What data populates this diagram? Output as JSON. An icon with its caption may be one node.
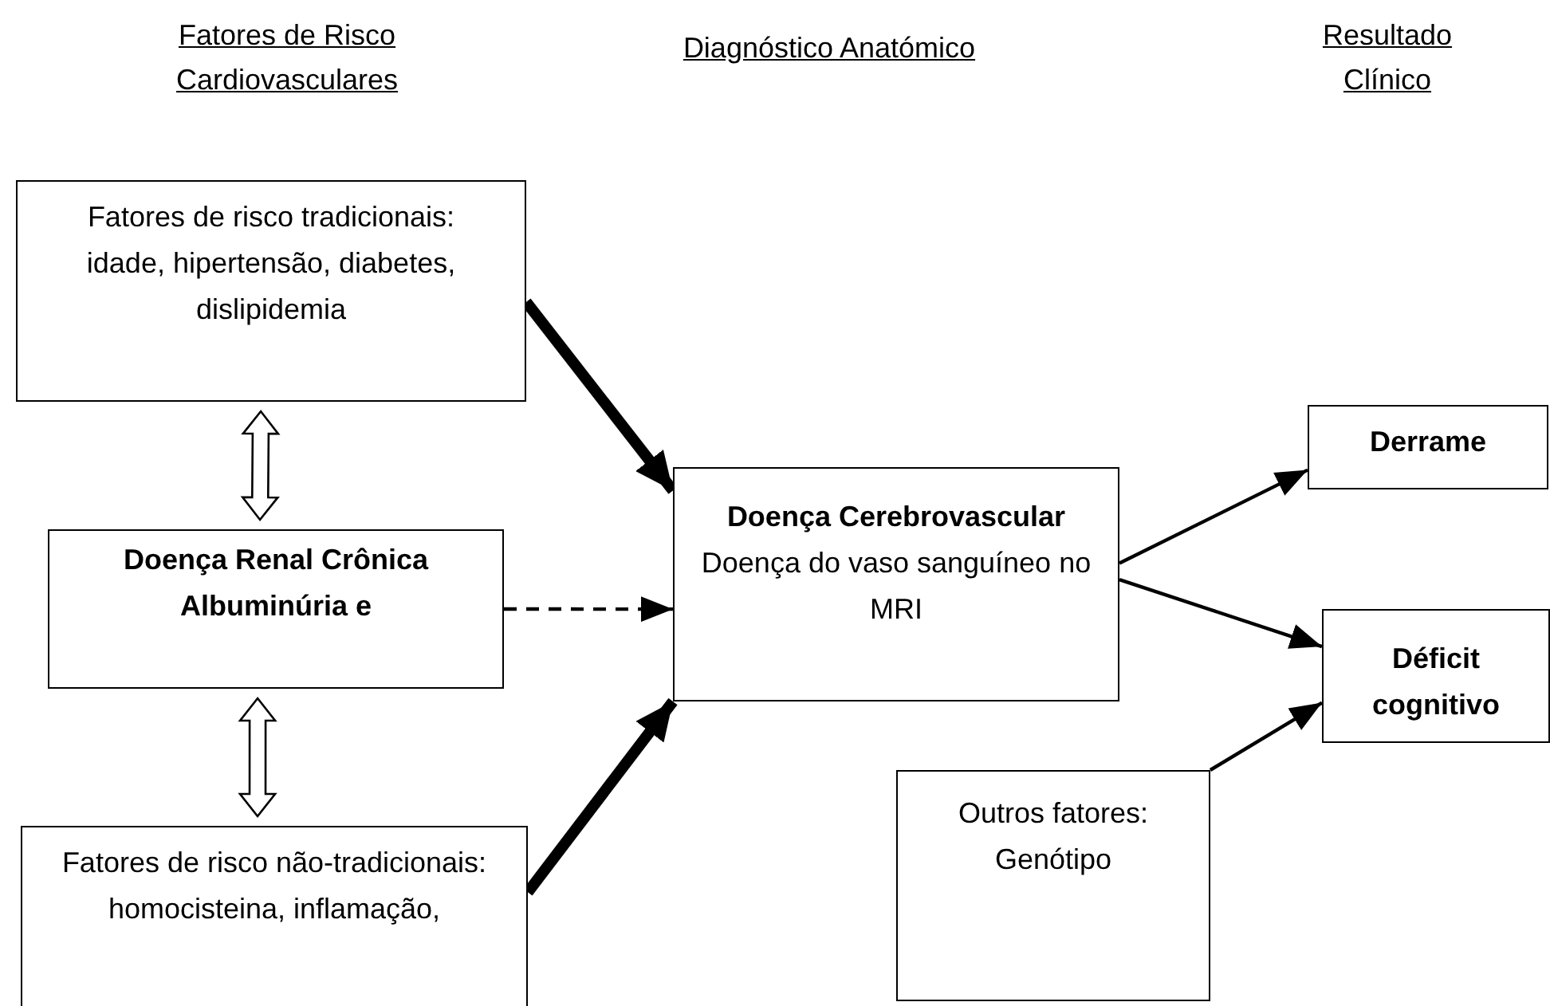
{
  "diagram": {
    "nodes": [
      {
        "text": [
          "Fatores de risco tradicionais: idade, hipertensão, diabetes, dislipidemia"
        ]
      },
      {
        "text": [
          "Doença Renal Crônica Albuminúria e"
        ]
      },
      {
        "text": [
          "Fatores de risco não-tradicionais: homocisteina, inflamação,"
        ]
      },
      {
        "text": [
          "Doença Cerebrovascular",
          "Doença do vaso sanguíneo no MRI"
        ]
      },
      {
        "text": [
          "Derrame"
        ]
      },
      {
        "text": [
          "Déficit cognitivo"
        ]
      },
      {
        "text": [
          "Outros fatores: Genótipo"
        ]
      }
    ],
    "edges": [
      {
        "from": 0,
        "to": 3,
        "arrow": "to",
        "style": "thick"
      },
      {
        "from": 0,
        "to": 1,
        "arrow": "both"
      },
      {
        "from": 1,
        "to": 3,
        "arrow": "to",
        "style": "dashed"
      },
      {
        "from": 1,
        "to": 2,
        "arrow": "both"
      },
      {
        "from": 2,
        "to": 3,
        "arrow": "to",
        "style": "thick"
      },
      {
        "from": 3,
        "to": 4,
        "arrow": "to"
      },
      {
        "from": 3,
        "to": 5,
        "arrow": "to"
      },
      {
        "from": 6,
        "to": 5,
        "arrow": "to"
      }
    ],
    "labels": [
      "Fatores de Risco Cardiovasculares",
      "Diagnóstico Anatómico",
      "Resultado Clínico"
    ]
  }
}
